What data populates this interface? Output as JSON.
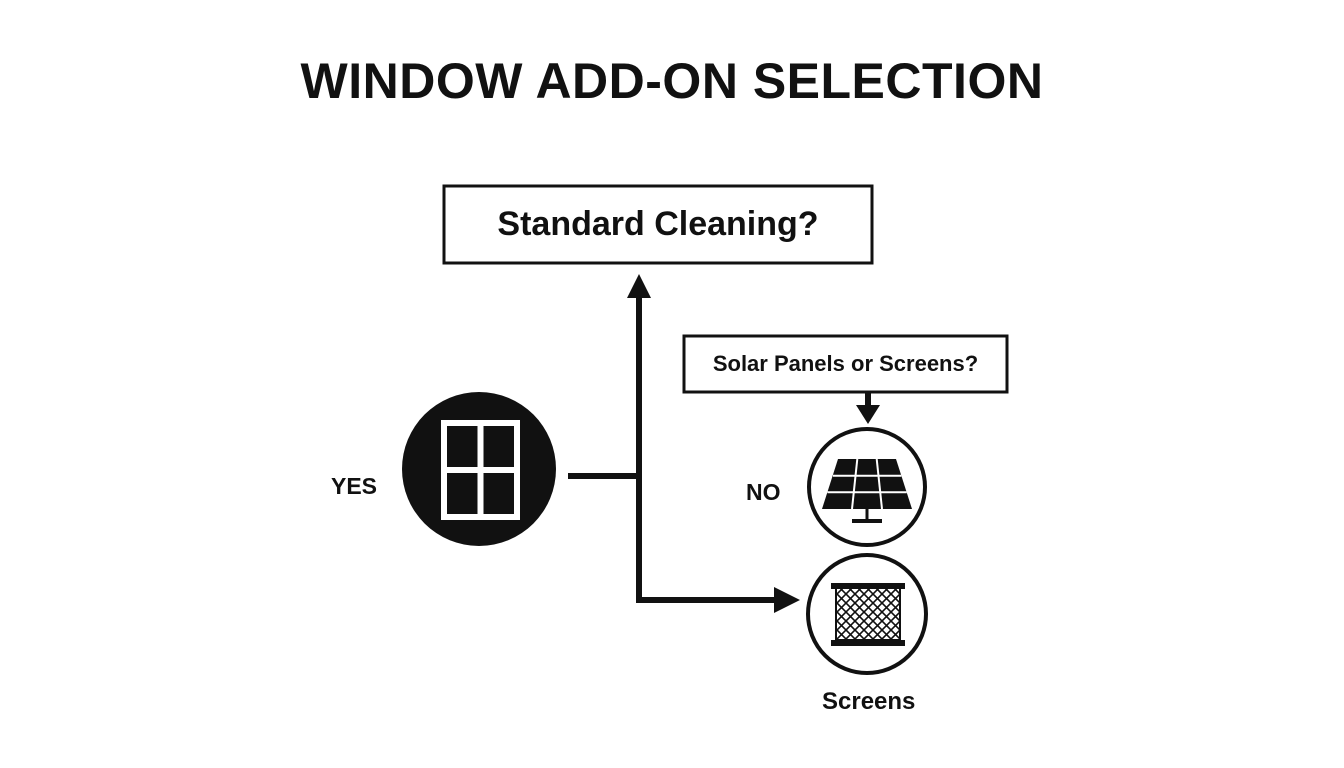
{
  "diagram": {
    "title": "WINDOW ADD-ON SELECTION",
    "nodes": {
      "standard_cleaning": {
        "text": "Standard Cleaning?"
      },
      "solar_or_screens": {
        "text": "Solar Panels or Screens?"
      },
      "window_icon": {
        "icon": "window-icon"
      },
      "solar_panel_icon": {
        "icon": "solar-panel-icon"
      },
      "screen_icon": {
        "icon": "screen-mesh-icon"
      }
    },
    "labels": {
      "yes": "YES",
      "no": "NO",
      "screens": "Screens"
    },
    "colors": {
      "ink": "#111111",
      "background": "#ffffff"
    }
  }
}
